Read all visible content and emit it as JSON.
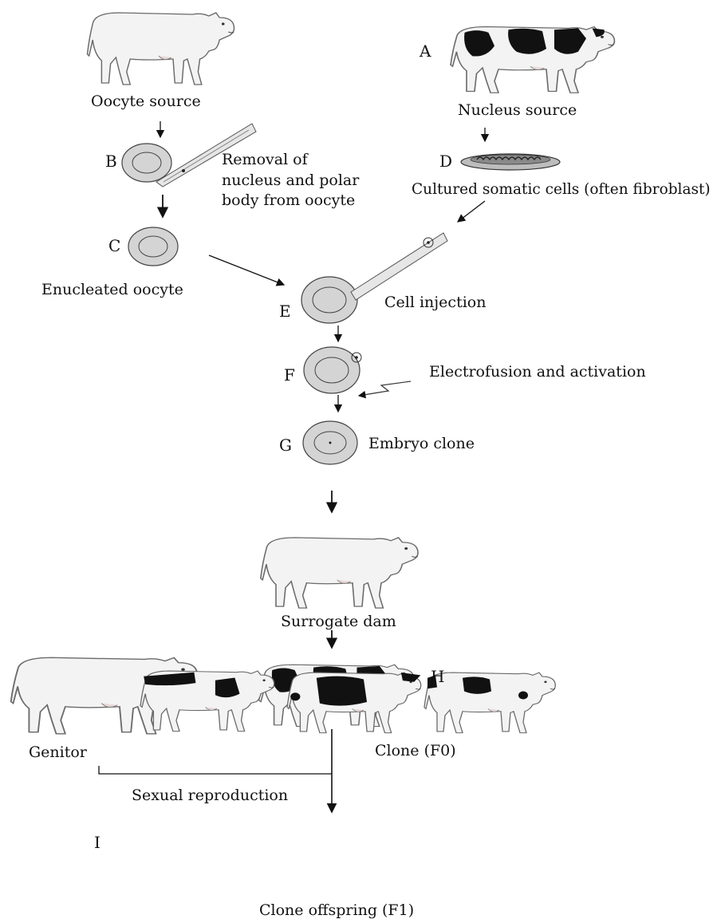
{
  "diagram": {
    "labels": {
      "oocyte_source": "Oocyte source",
      "nucleus_source": "Nucleus source",
      "removal_line1": "Removal of",
      "removal_line2": "nucleus and polar",
      "removal_line3": "body from oocyte",
      "cultured_cells": "Cultured somatic cells (often fibroblast)",
      "enucleated_oocyte": "Enucleated oocyte",
      "cell_injection": "Cell injection",
      "electrofusion": "Electrofusion and activation",
      "embryo_clone": "Embryo clone",
      "surrogate_dam": "Surrogate dam",
      "genitor": "Genitor",
      "clone_f0": "Clone (F0)",
      "sexual_reproduction": "Sexual reproduction",
      "clone_offspring": "Clone offspring (F1)"
    },
    "step_letters": {
      "a": "A",
      "b": "B",
      "c": "C",
      "d": "D",
      "e": "E",
      "f": "F",
      "g": "G",
      "h": "H",
      "i": "I"
    }
  },
  "colors": {
    "cell_fill": "#d4d4d4",
    "cell_stroke": "#444444",
    "cow_white": "#f3f3f3",
    "cow_spot": "#111111",
    "line": "#111111"
  }
}
